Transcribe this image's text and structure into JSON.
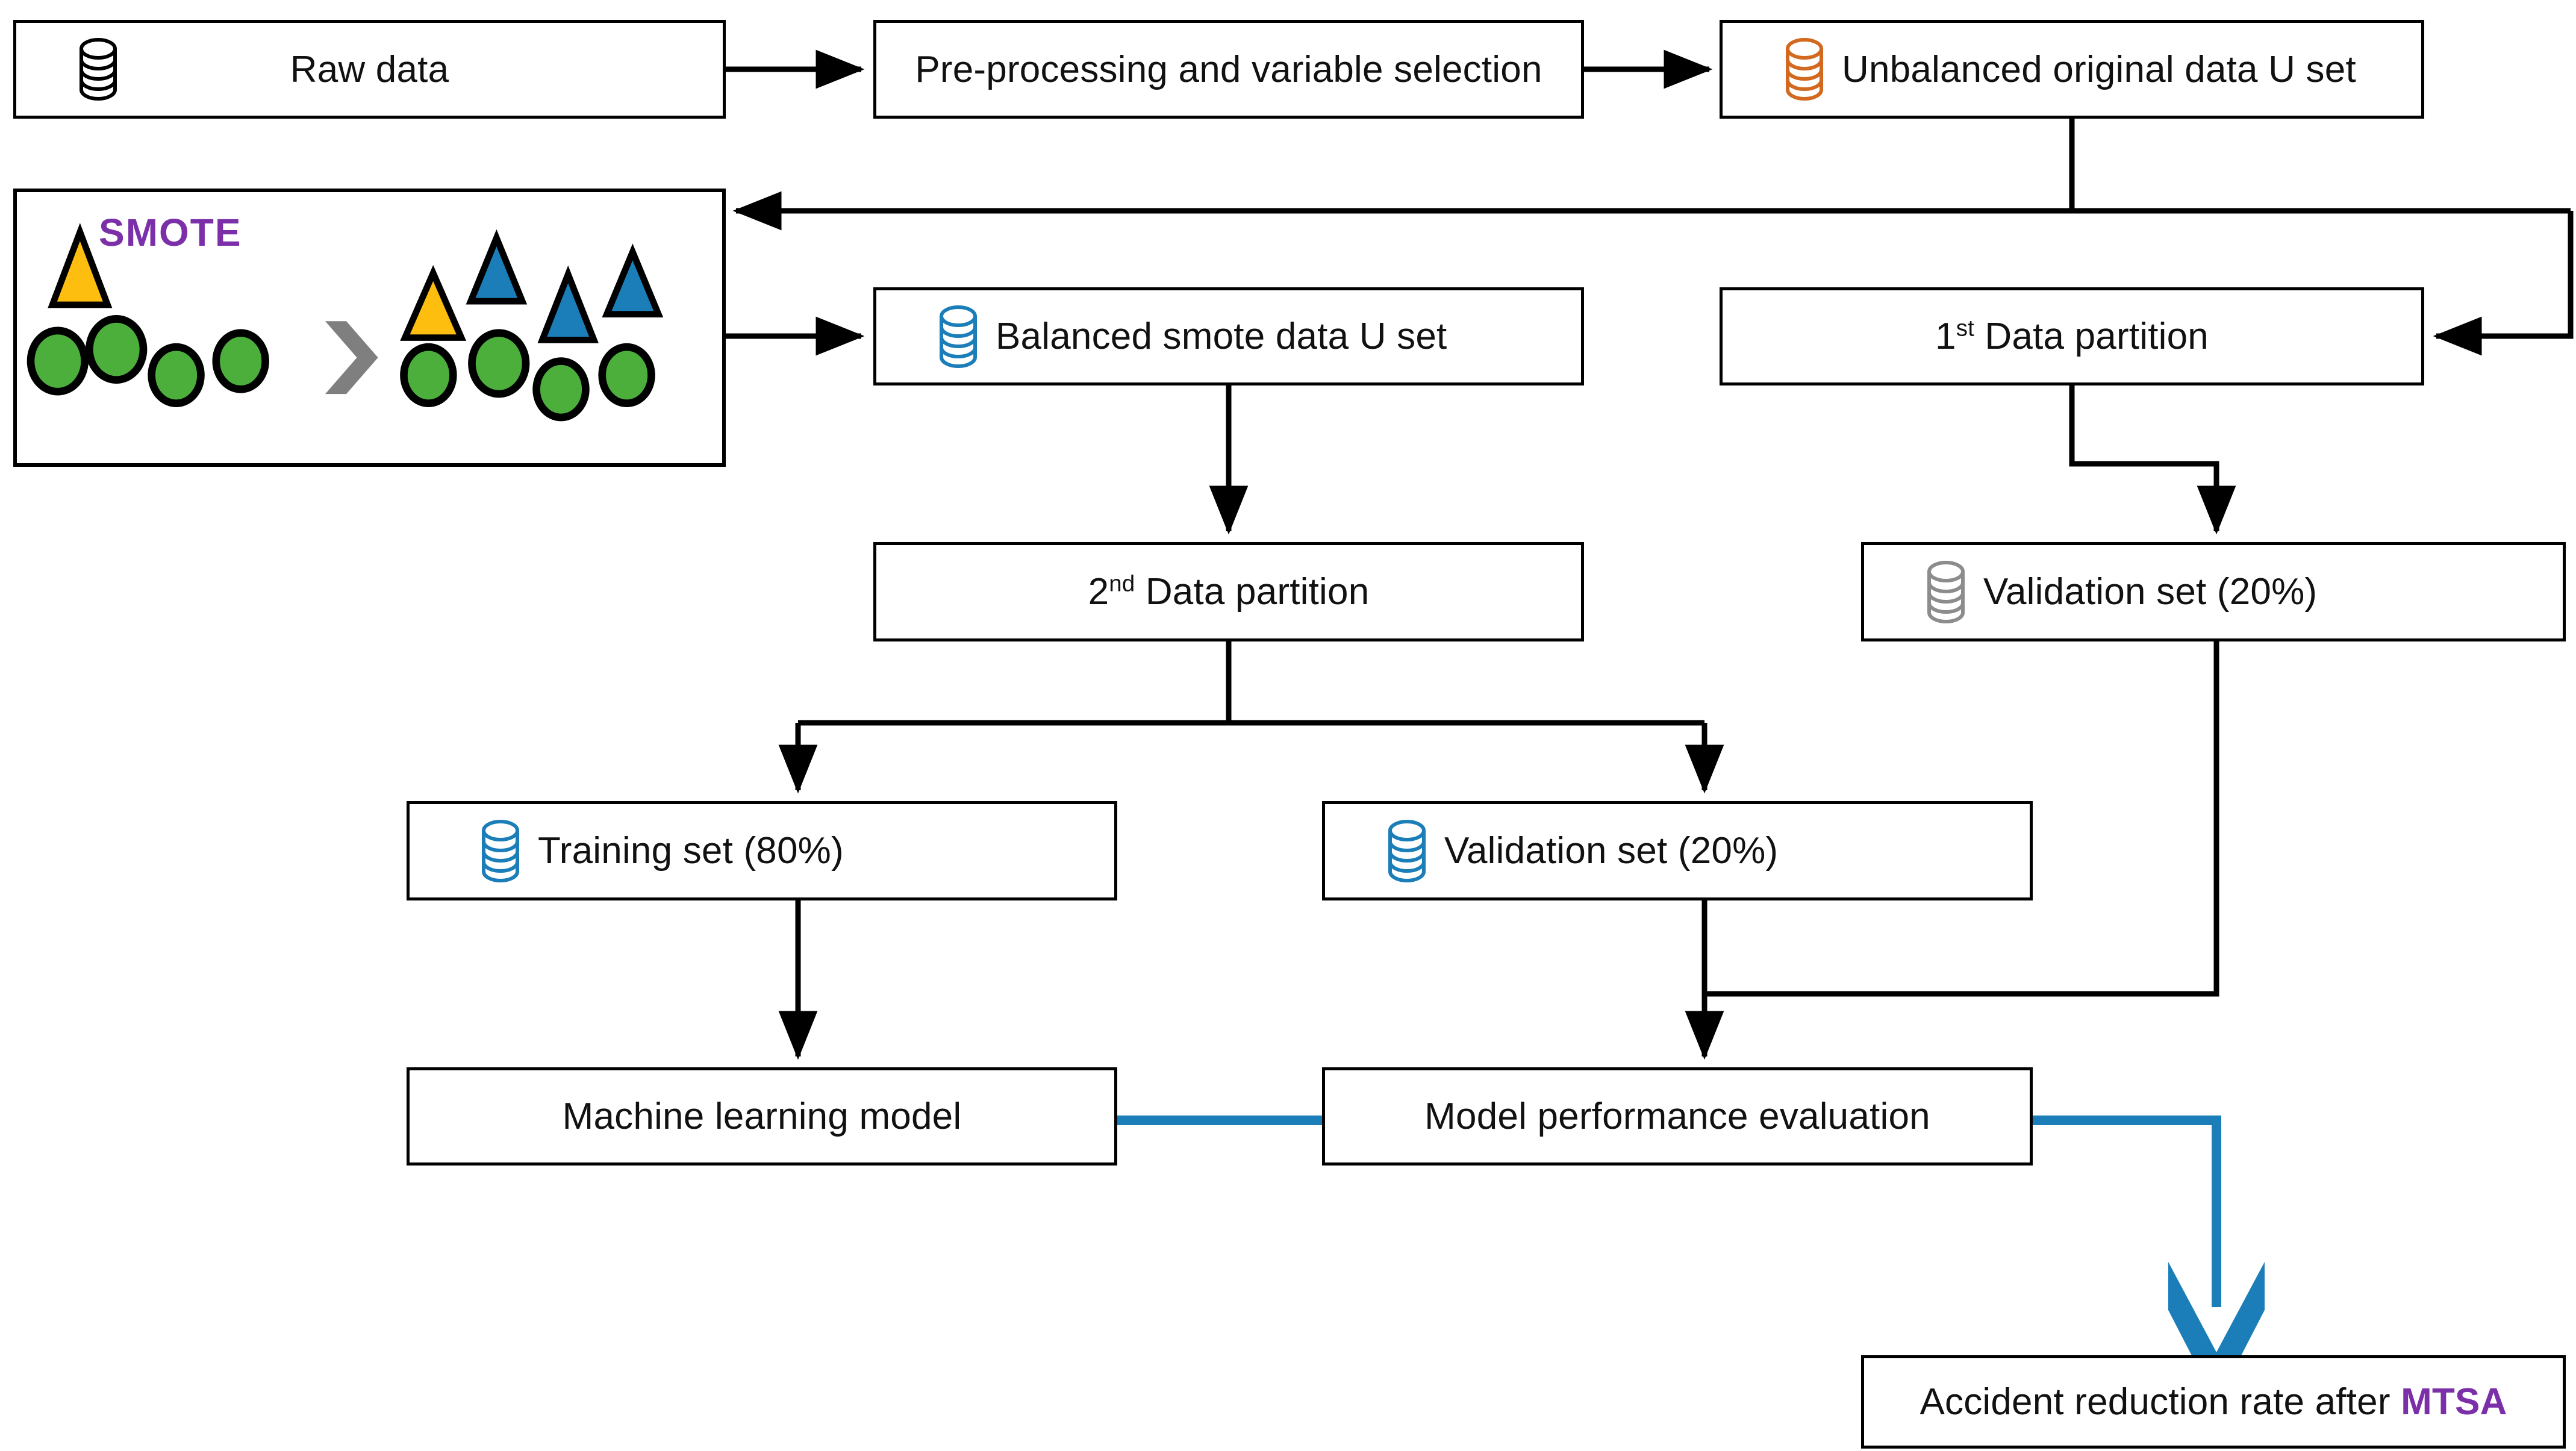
{
  "diagram": {
    "title": "SMOTE-based machine learning workflow for accident reduction rate",
    "colors": {
      "black": "#000000",
      "orange_cylinder": "#D2691E",
      "blue_cylinder": "#1B7EB8",
      "gray_cylinder": "#8C8C8C",
      "blue_arrow": "#1B7EB8",
      "smote_purple": "#7B2FA8",
      "triangle_yellow": "#FDBE0F",
      "triangle_blue": "#1B7EB8",
      "circle_green": "#4CAF3C",
      "chevron_gray": "#7F7F7F"
    },
    "nodes": {
      "raw_data": {
        "label": "Raw data",
        "icon": "database-cylinder-icon",
        "icon_color": "#000000"
      },
      "preprocessing": {
        "label": "Pre-processing and variable selection",
        "icon": null
      },
      "unbalanced": {
        "label": "Unbalanced original data U set",
        "icon": "database-cylinder-icon",
        "icon_color": "#D2691E"
      },
      "smote_panel": {
        "label": "SMOTE"
      },
      "balanced": {
        "label": "Balanced smote data U set",
        "icon": "database-cylinder-icon",
        "icon_color": "#1B7EB8"
      },
      "partition1": {
        "label_pre": "1",
        "label_sup": "st",
        "label_post": " Data partition"
      },
      "partition2": {
        "label_pre": "2",
        "label_sup": "nd",
        "label_post": " Data partition"
      },
      "validation_right": {
        "label": "Validation set (20%)",
        "icon": "database-cylinder-icon",
        "icon_color": "#8C8C8C"
      },
      "training": {
        "label": "Training set (80%)",
        "icon": "database-cylinder-icon",
        "icon_color": "#1B7EB8"
      },
      "validation_mid": {
        "label": "Validation set (20%)",
        "icon": "database-cylinder-icon",
        "icon_color": "#1B7EB8"
      },
      "ml_model": {
        "label": "Machine learning model"
      },
      "evaluation": {
        "label": "Model performance evaluation"
      },
      "result": {
        "label_pre": "Accident reduction rate after ",
        "label_highlight": "MTSA"
      }
    },
    "smote_illustration": {
      "before": {
        "triangles_yellow": 1,
        "triangles_blue": 0,
        "circles_green": 4
      },
      "after": {
        "triangles_yellow": 1,
        "triangles_blue": 3,
        "circles_green": 4
      },
      "transition_icon": "chevron-right-icon"
    },
    "edges": [
      {
        "from": "raw_data",
        "to": "preprocessing",
        "style": "black-arrow"
      },
      {
        "from": "preprocessing",
        "to": "unbalanced",
        "style": "black-arrow"
      },
      {
        "from": "unbalanced",
        "to": "smote_panel",
        "style": "black-arrow"
      },
      {
        "from": "unbalanced",
        "to": "partition1",
        "style": "black-arrow"
      },
      {
        "from": "smote_panel",
        "to": "balanced",
        "style": "black-arrow"
      },
      {
        "from": "balanced",
        "to": "partition2",
        "style": "black-arrow"
      },
      {
        "from": "partition1",
        "to": "validation_right",
        "style": "black-arrow"
      },
      {
        "from": "partition2",
        "to": "training",
        "style": "black-arrow"
      },
      {
        "from": "partition2",
        "to": "validation_mid",
        "style": "black-arrow"
      },
      {
        "from": "training",
        "to": "ml_model",
        "style": "black-arrow"
      },
      {
        "from": "validation_mid",
        "to": "evaluation",
        "style": "black-arrow"
      },
      {
        "from": "validation_right",
        "to": "evaluation",
        "style": "black-arrow"
      },
      {
        "from": "ml_model",
        "to": "evaluation",
        "style": "blue-line"
      },
      {
        "from": "evaluation",
        "to": "result",
        "style": "blue-thick-arrow"
      }
    ]
  }
}
